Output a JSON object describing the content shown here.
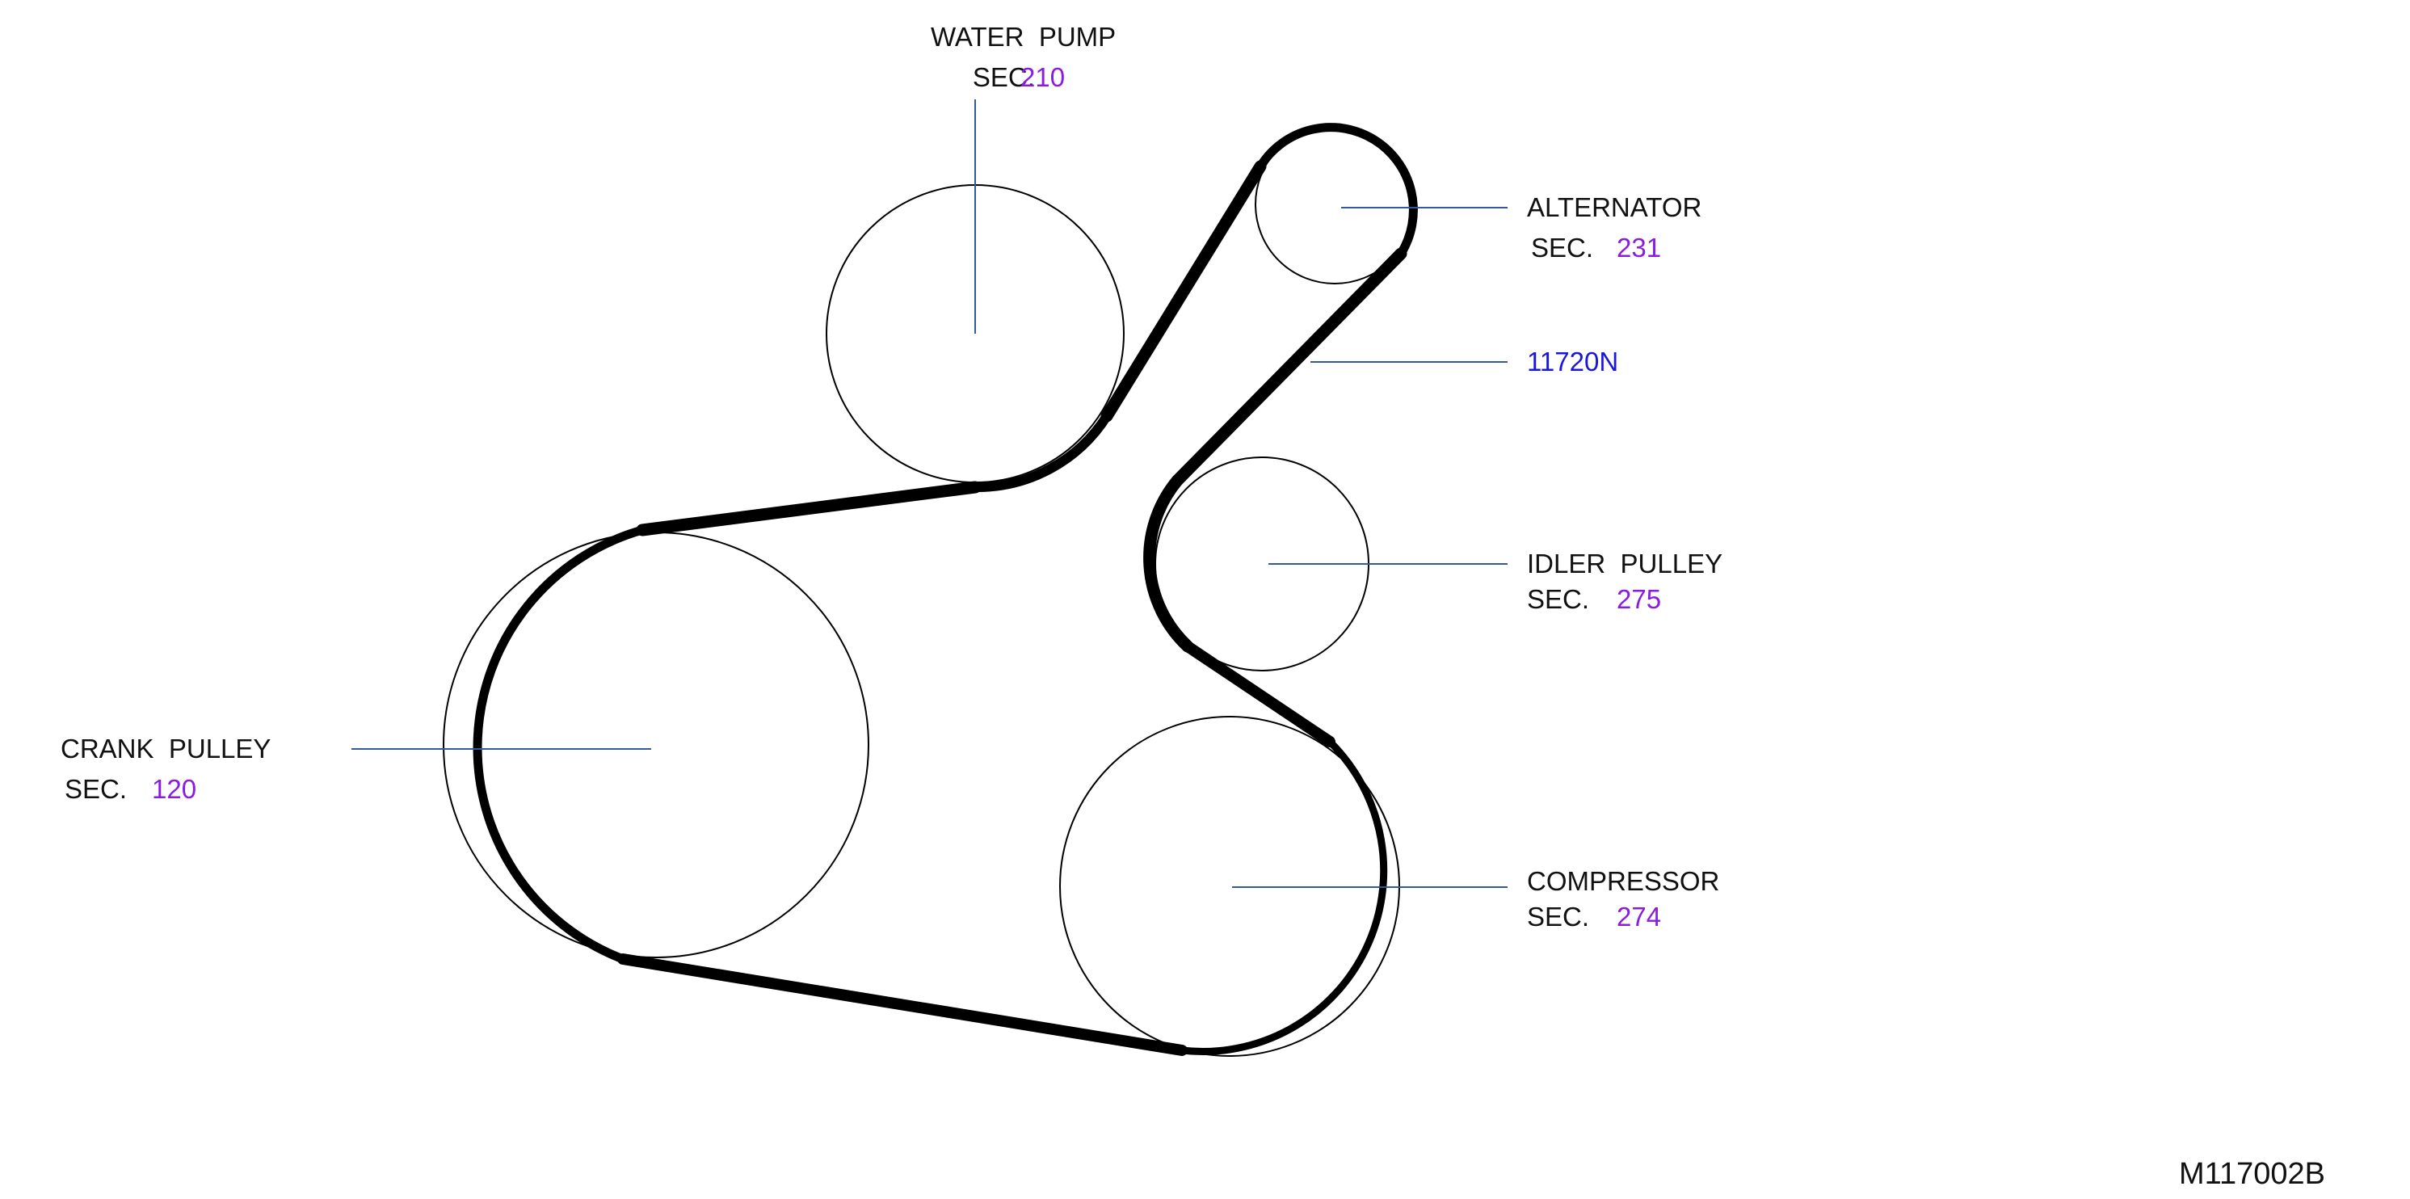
{
  "colors": {
    "label": "#111111",
    "section_link": "#8a1be0",
    "part_link": "#1a17d9",
    "leader": "#35589a",
    "belt": "#000000"
  },
  "parts": {
    "water_pump": {
      "name": "WATER  PUMP",
      "sec_prefix": "SEC.",
      "sec_number": "210"
    },
    "alternator": {
      "name": "ALTERNATOR",
      "sec_prefix": "SEC.",
      "sec_number": "231"
    },
    "belt": {
      "part_number": "11720N"
    },
    "idler_pulley": {
      "name": "IDLER  PULLEY",
      "sec_prefix": "SEC.",
      "sec_number": "275"
    },
    "crank_pulley": {
      "name": "CRANK  PULLEY",
      "sec_prefix": "SEC.",
      "sec_number": "120"
    },
    "compressor": {
      "name": "COMPRESSOR",
      "sec_prefix": "SEC.",
      "sec_number": "274"
    }
  },
  "diagram_code": "M117002B"
}
